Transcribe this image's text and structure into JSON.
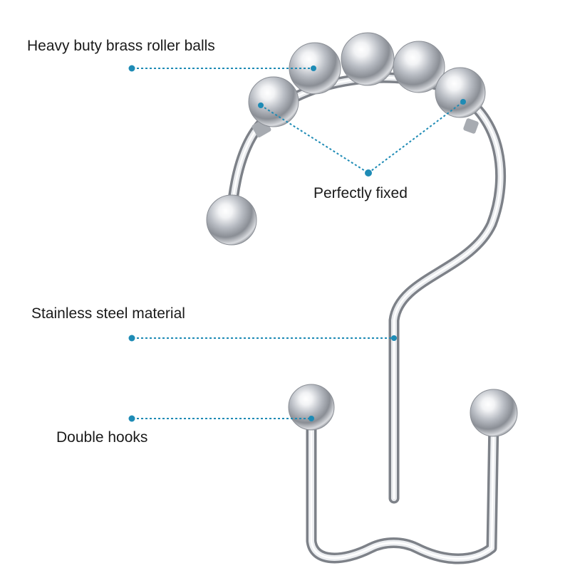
{
  "callouts": {
    "rollers": "Heavy buty brass roller balls",
    "fixed": "Perfectly fixed",
    "steel": "Stainless steel material",
    "hooks": "Double hooks"
  },
  "colors": {
    "background": "#ffffff",
    "callout_line": "#1e8bb5",
    "text": "#1a1a1a",
    "chrome_light": "#f4f5f7",
    "chrome_mid": "#b9bcc2",
    "chrome_dark": "#6d7178"
  }
}
